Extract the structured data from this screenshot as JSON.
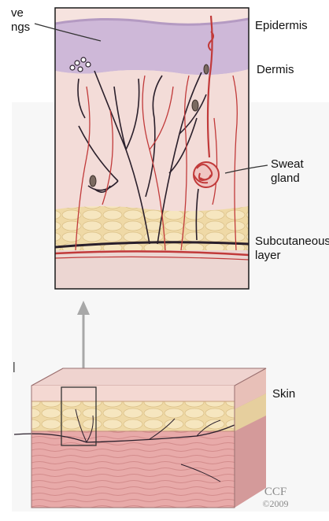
{
  "labels": {
    "nerve_endings": "ve\nngs",
    "epidermis": "Epidermis",
    "dermis": "Dermis",
    "sweat_gland": "Sweat\ngland",
    "subcutaneous": "Subcutaneous\nlayer",
    "skin": "Skin"
  },
  "watermark": {
    "line1": "CCF",
    "line2": "©2009"
  },
  "colors": {
    "epidermis": "#ceb8d8",
    "dermis": "#f3dcd8",
    "fat": "#efd9a6",
    "muscle": "#e8aaa9",
    "nerve": "#2a1f2b",
    "vessel": "#c13a3a",
    "arrow": "#a8a8a8"
  }
}
